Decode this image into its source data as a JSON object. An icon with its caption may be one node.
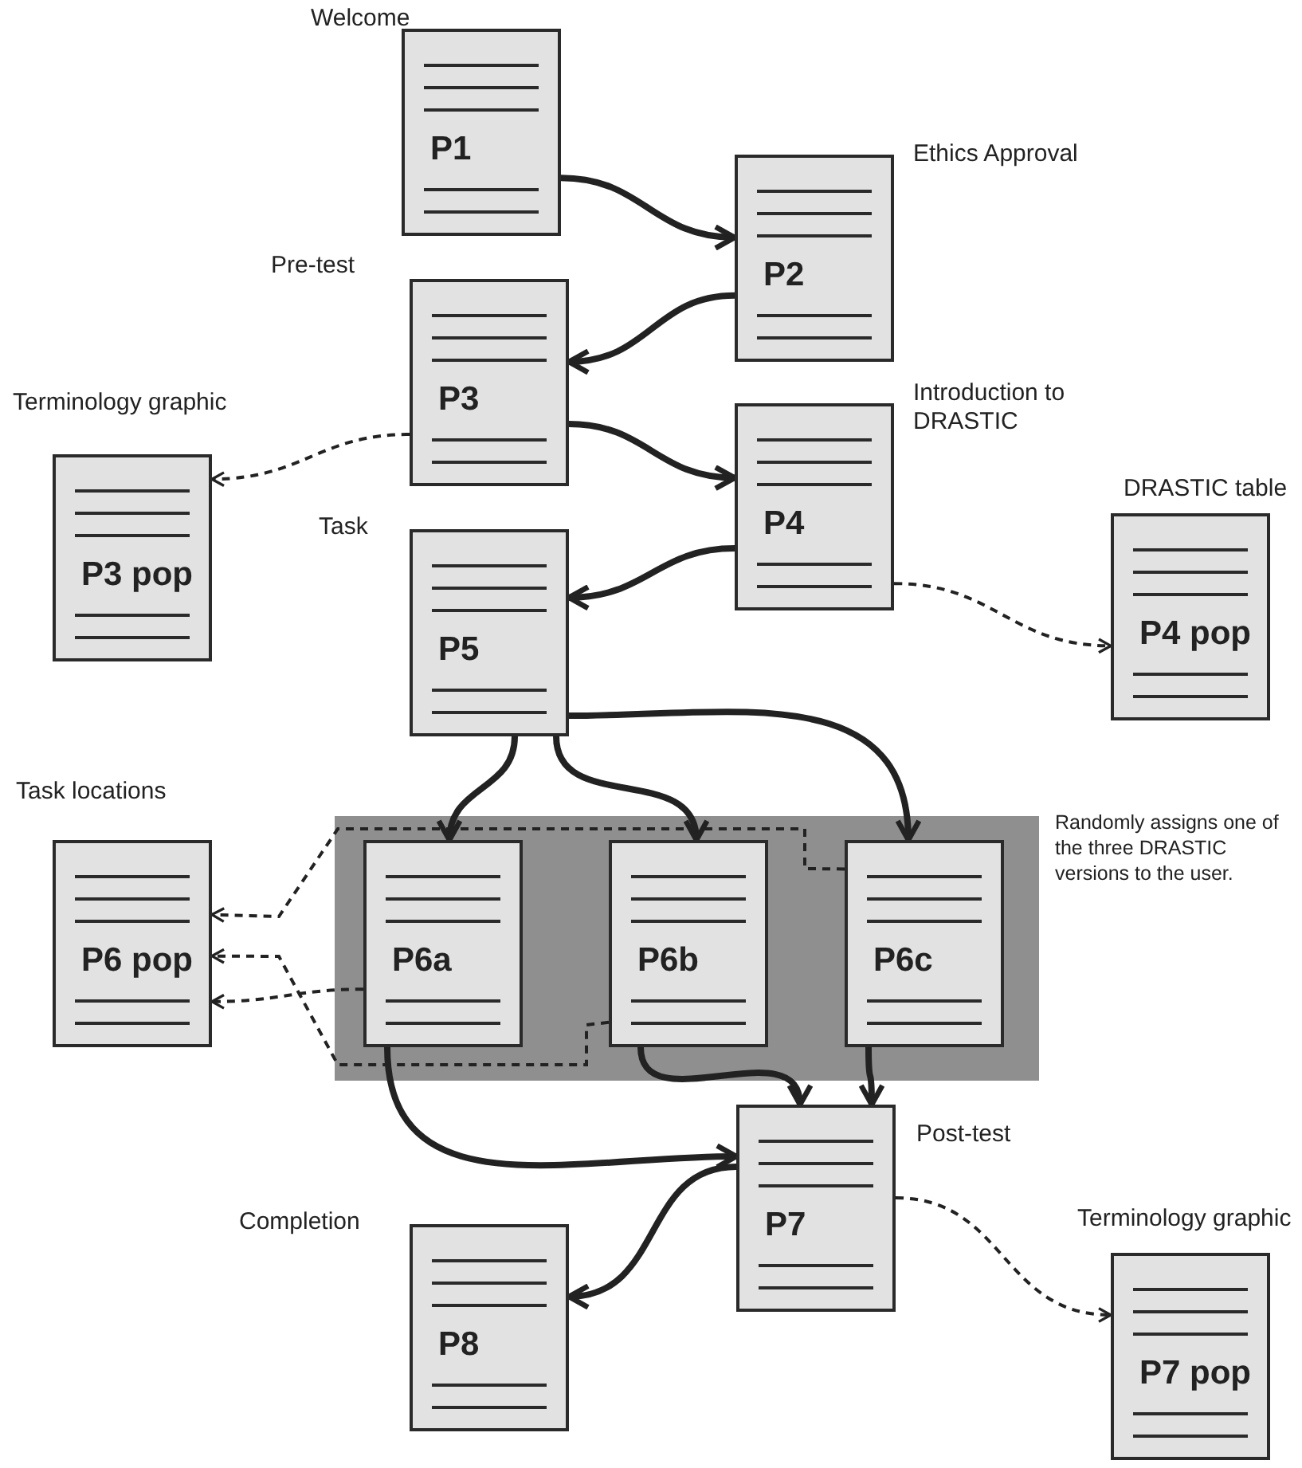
{
  "diagram": {
    "nodes": [
      {
        "text": [
          "Welcome",
          "P1"
        ]
      },
      {
        "text": [
          "Ethics Approval",
          "P2"
        ]
      },
      {
        "text": [
          "Pre-test",
          "P3"
        ]
      },
      {
        "text": [
          "Terminology graphic",
          "P3 pop"
        ]
      },
      {
        "text": [
          "Introduction to DRASTIC",
          "P4"
        ]
      },
      {
        "text": [
          "DRASTIC table",
          "P4 pop"
        ]
      },
      {
        "text": [
          "Task",
          "P5"
        ]
      },
      {
        "text": [
          "Randomly assigns one of the three DRASTIC versions to the user."
        ]
      },
      {
        "text": [
          "P6a"
        ],
        "in": 7
      },
      {
        "text": [
          "P6b"
        ],
        "in": 7
      },
      {
        "text": [
          "P6c"
        ],
        "in": 7
      },
      {
        "text": [
          "Task locations",
          "P6 pop"
        ]
      },
      {
        "text": [
          "Post-test",
          "P7"
        ]
      },
      {
        "text": [
          "Completion",
          "P8"
        ]
      },
      {
        "text": [
          "Terminology graphic",
          "P7 pop"
        ]
      }
    ],
    "edges": [
      {
        "from": 0,
        "to": 1,
        "arrow": "to"
      },
      {
        "from": 1,
        "to": 2,
        "arrow": "to"
      },
      {
        "from": 2,
        "to": 3,
        "arrow": "to",
        "style": "dashed"
      },
      {
        "from": 2,
        "to": 4,
        "arrow": "to"
      },
      {
        "from": 4,
        "to": 6,
        "arrow": "to"
      },
      {
        "from": 4,
        "to": 5,
        "arrow": "to",
        "style": "dashed"
      },
      {
        "from": 6,
        "to": 8,
        "arrow": "to"
      },
      {
        "from": 6,
        "to": 9,
        "arrow": "to"
      },
      {
        "from": 6,
        "to": 10,
        "arrow": "to"
      },
      {
        "from": 8,
        "to": 11,
        "arrow": "to",
        "style": "dashed"
      },
      {
        "from": 9,
        "to": 11,
        "arrow": "to",
        "style": "dashed"
      },
      {
        "from": 10,
        "to": 11,
        "arrow": "to",
        "style": "dashed"
      },
      {
        "from": 8,
        "to": 12,
        "arrow": "to"
      },
      {
        "from": 9,
        "to": 12,
        "arrow": "to"
      },
      {
        "from": 10,
        "to": 12,
        "arrow": "to"
      },
      {
        "from": 12,
        "to": 13,
        "arrow": "to"
      },
      {
        "from": 12,
        "to": 14,
        "arrow": "to",
        "style": "dashed"
      }
    ]
  }
}
